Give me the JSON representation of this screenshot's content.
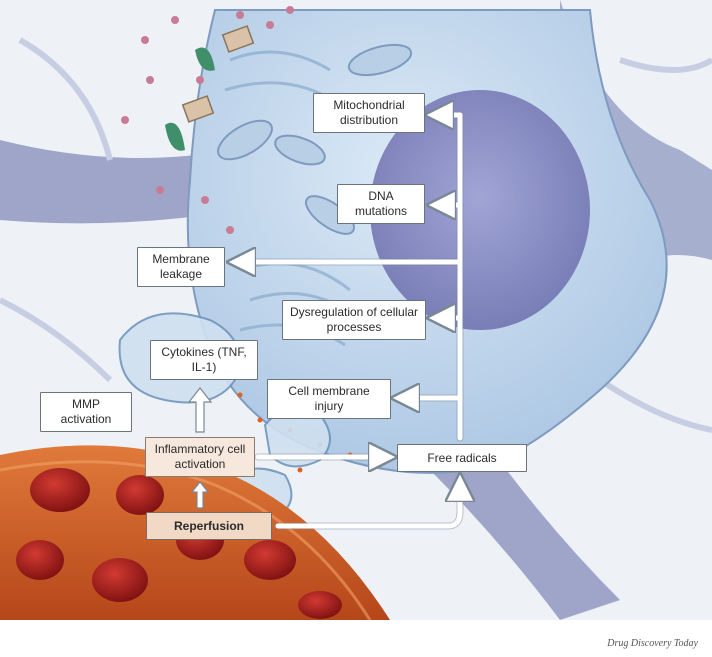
{
  "labels": {
    "mitochondrial": "Mitochondrial distribution",
    "dna": "DNA mutations",
    "membrane_leakage": "Membrane leakage",
    "dysregulation": "Dysregulation of cellular processes",
    "cytokines": "Cytokines (TNF, IL-1)",
    "mmp": "MMP activation",
    "cell_membrane_injury": "Cell membrane injury",
    "inflammatory": "Inflammatory cell activation",
    "free_radicals": "Free radicals",
    "reperfusion": "Reperfusion"
  },
  "credit": "Drug Discovery Today",
  "colors": {
    "cell_body": "#c9dcee",
    "nucleus": "#8d8fc6",
    "vessel": "#d9632a",
    "rbc": "#a11d1d",
    "arrow": "#ffffff"
  }
}
